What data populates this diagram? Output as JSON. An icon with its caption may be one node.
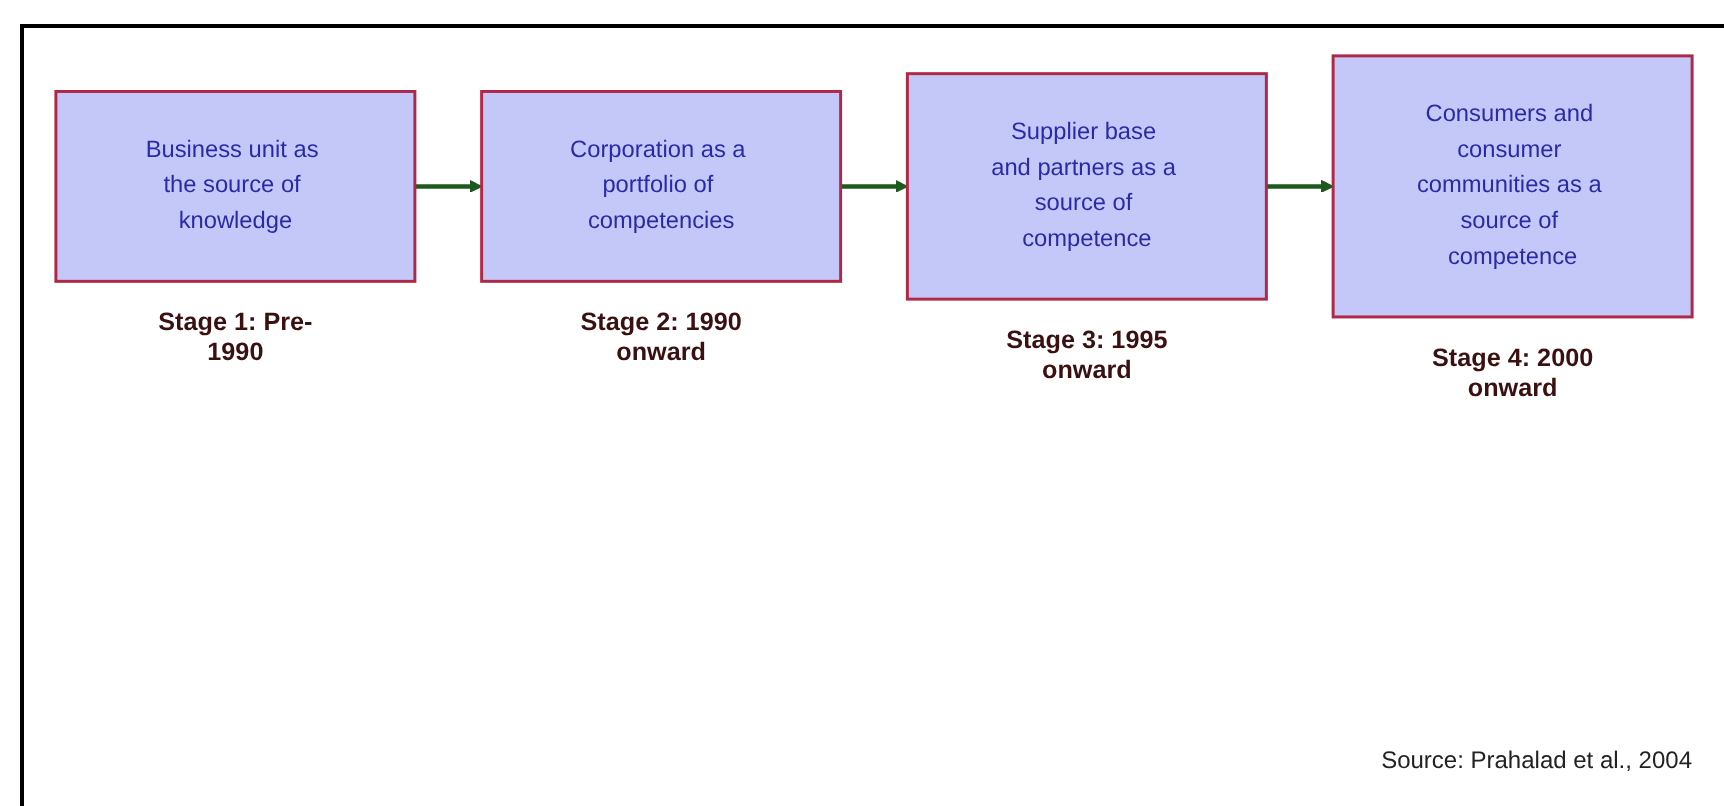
{
  "diagram": {
    "caption": "Source: Prahalad et al., 2004",
    "nodes": [
      {
        "text": [
          "Business unit as the source of knowledge"
        ],
        "beside": [
          "Stage 1: Pre-1990"
        ]
      },
      {
        "text": [
          "Corporation as a portfolio of competencies"
        ],
        "beside": [
          "Stage 2: 1990 onward"
        ]
      },
      {
        "text": [
          "Supplier base and partners as a source of competence"
        ],
        "beside": [
          "Stage 3: 1995 onward"
        ]
      },
      {
        "text": [
          "Consumers and consumer communities as a source of competence"
        ],
        "beside": [
          "Stage 4: 2000 onward"
        ]
      }
    ],
    "edges": [
      {
        "from": 0,
        "to": 1,
        "arrow": "to"
      },
      {
        "from": 1,
        "to": 2,
        "arrow": "to"
      },
      {
        "from": 2,
        "to": 3,
        "arrow": "to"
      }
    ]
  }
}
